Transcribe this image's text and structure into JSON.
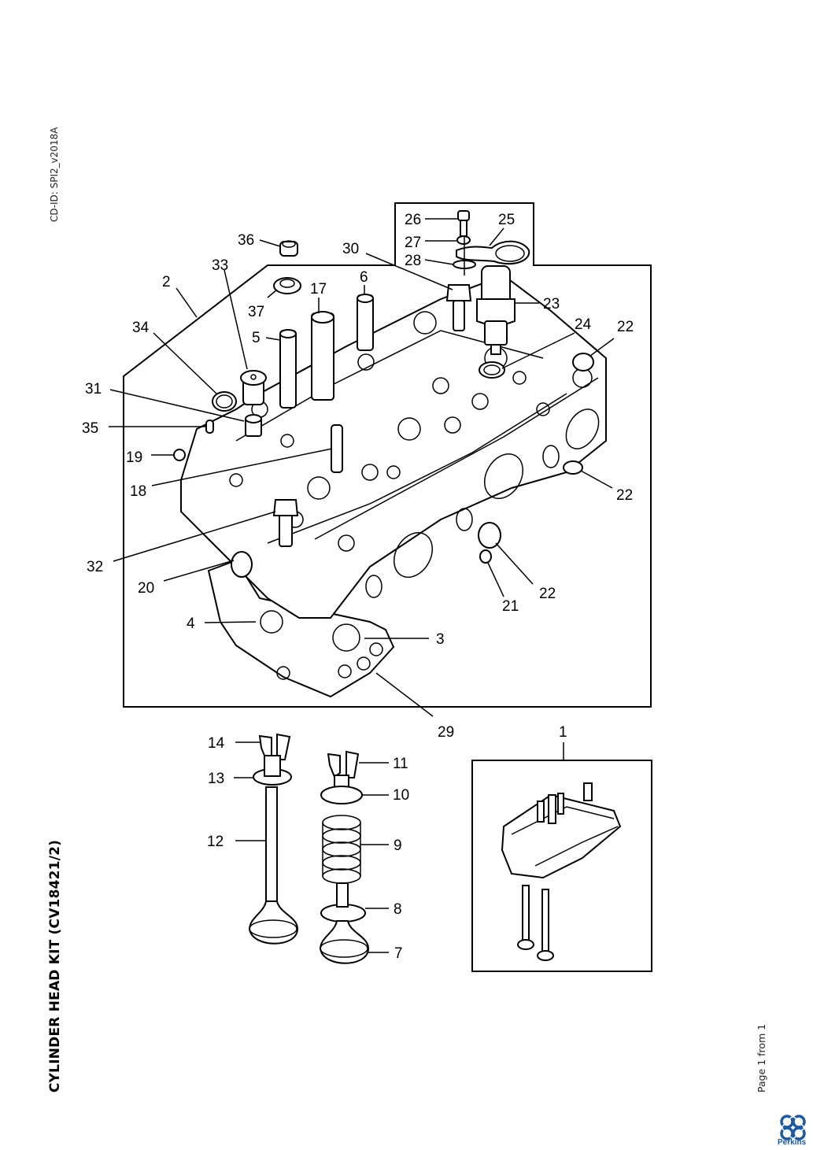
{
  "document": {
    "cd_id": "CD-ID: SPI2_v2018A",
    "title": "CYLINDER HEAD KIT (CV18421/2)",
    "page_info": "Page 1 from 1",
    "brand": "Perkins",
    "brand_color": "#1a5aa8"
  },
  "callouts": {
    "c1": "1",
    "c2": "2",
    "c3": "3",
    "c4": "4",
    "c5": "5",
    "c6": "6",
    "c7": "7",
    "c8": "8",
    "c9": "9",
    "c10": "10",
    "c11": "11",
    "c12": "12",
    "c13": "13",
    "c14": "14",
    "c17": "17",
    "c18": "18",
    "c19": "19",
    "c20": "20",
    "c21": "21",
    "c22a": "22",
    "c22b": "22",
    "c22c": "22",
    "c23": "23",
    "c24": "24",
    "c25": "25",
    "c26": "26",
    "c27": "27",
    "c28": "28",
    "c29": "29",
    "c30": "30",
    "c31": "31",
    "c32": "32",
    "c33": "33",
    "c34": "34",
    "c35": "35",
    "c36": "36",
    "c37": "37"
  }
}
